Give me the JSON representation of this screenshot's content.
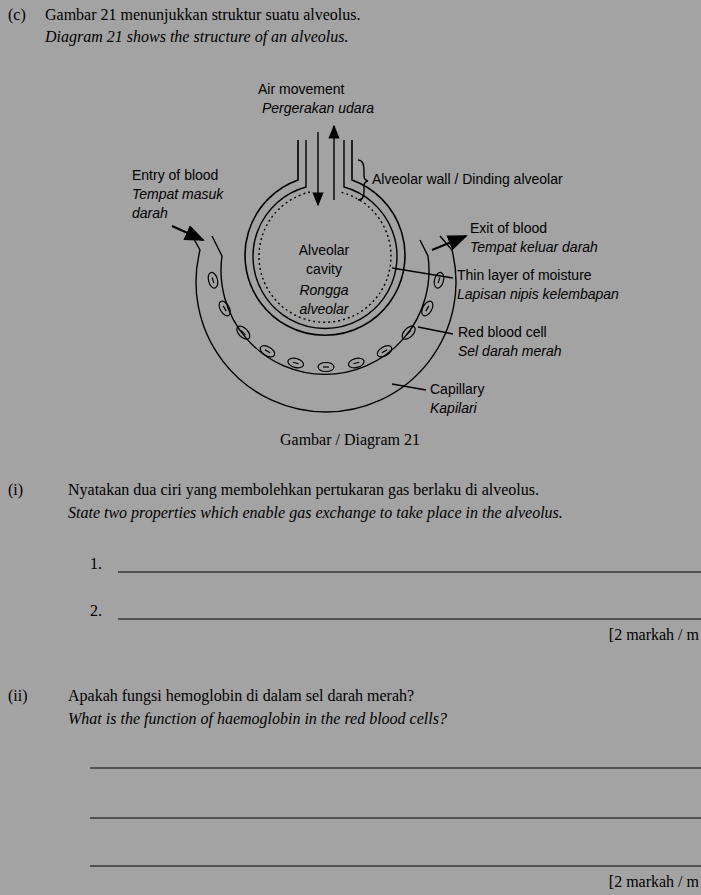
{
  "diagram": {
    "caption": "Gambar / Diagram 21",
    "labels": [
      "(c)",
      "Gambar 21 menunjukkan struktur suatu alveolus.",
      "Diagram 21 shows the structure of an alveolus.",
      "Air movement",
      "Pergerakan udara",
      "Entry of blood",
      "Tempat masuk darah",
      "Alveolar wall / Dinding alveolar",
      "Exit of blood",
      "Tempat keluar darah",
      "Alveolar cavity",
      "Rongga alveolar",
      "Thin layer of moisture",
      "Lapisan nipis kelembapan",
      "Red blood cell",
      "Sel darah merah",
      "Capillary",
      "Kapilari",
      "(i)",
      "Nyatakan dua ciri yang membolehkan pertukaran gas berlaku di alveolus.",
      "State two properties which enable gas exchange to take place in the alveolus.",
      "1.",
      "2.",
      "[2 markah / m",
      "(ii)",
      "Apakah fungsi hemoglobin di dalam sel darah merah?",
      "What is the function of haemoglobin in the red blood cells?",
      "[2 markah / m"
    ]
  }
}
